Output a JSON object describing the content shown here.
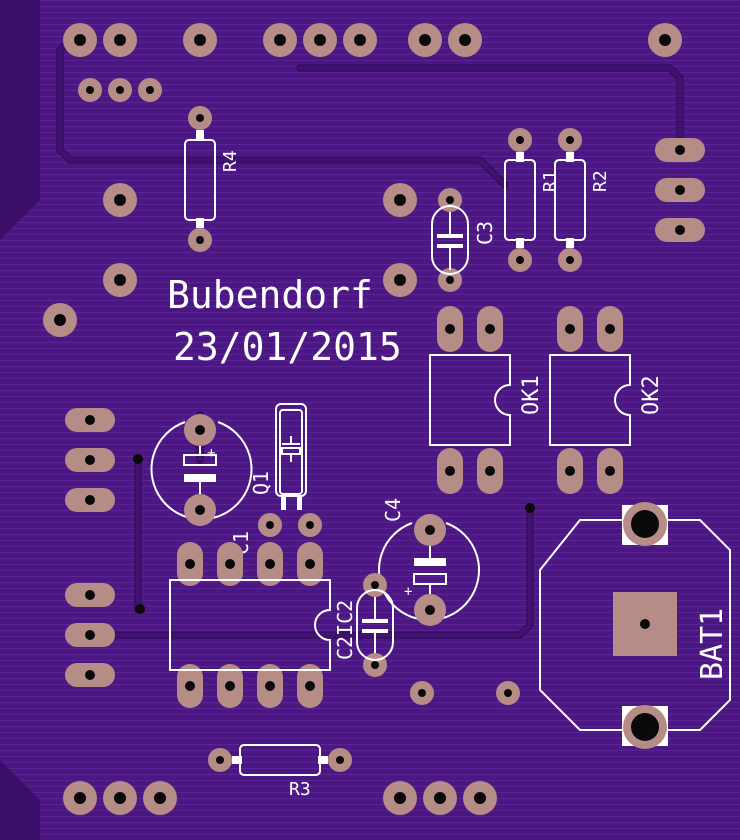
{
  "board": {
    "title": "Bubendorf",
    "date": "23/01/2015",
    "colors": {
      "board_edge": "#3a0f6a",
      "board_fill": "#4a1880",
      "copper_pad": "#b68c87",
      "silkscreen": "#ffffff",
      "drill": "#0a0a0a"
    }
  },
  "components": {
    "r1": "R1",
    "r2": "R2",
    "r3": "R3",
    "r4": "R4",
    "c1": "C1",
    "c2": "C2",
    "c3": "C3",
    "c4": "C4",
    "q1": "Q1",
    "ok1": "OK1",
    "ok2": "OK2",
    "ic": "C2IC2",
    "bat1": "BAT1"
  },
  "markings": {
    "plus": "+"
  }
}
